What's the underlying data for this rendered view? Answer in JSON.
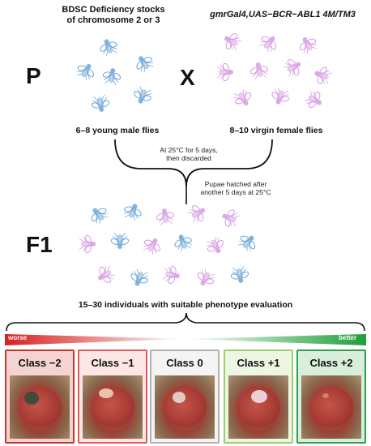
{
  "top_left_header": "BDSC Deficiency stocks\nof chromosome 2 or 3",
  "top_right_header": "gmrGal4,UAS−BCR−ABL1  4M/TM3",
  "generation_p": "P",
  "cross_symbol": "X",
  "generation_f1": "F1",
  "male_label": "6–8 young male flies",
  "female_label": "8–10 virgin female flies",
  "note_incubation": "At 25°C for 5 days,\nthen discarded",
  "note_pupae": "Pupae hatched after\nanother 5 days at 25°C",
  "evaluation_label": "15–30 individuals with suitable phenotype evaluation",
  "scale": {
    "left": "worse",
    "right": "better"
  },
  "classes": [
    {
      "label": "Class −2",
      "border": "#c0392b",
      "fill": "#f6d3d3"
    },
    {
      "label": "Class −1",
      "border": "#e05b5b",
      "fill": "#fde6e6"
    },
    {
      "label": "Class 0",
      "border": "#b0b0b0",
      "fill": "#f4f4f4"
    },
    {
      "label": "Class +1",
      "border": "#9bcf6e",
      "fill": "#ecf6e2"
    },
    {
      "label": "Class +2",
      "border": "#2e9e4f",
      "fill": "#d8efdc"
    }
  ],
  "colors": {
    "male_fly": "#5b9bd5",
    "female_fly": "#cf8fe0",
    "bad": "#d62020",
    "good": "#1e9e3a"
  }
}
